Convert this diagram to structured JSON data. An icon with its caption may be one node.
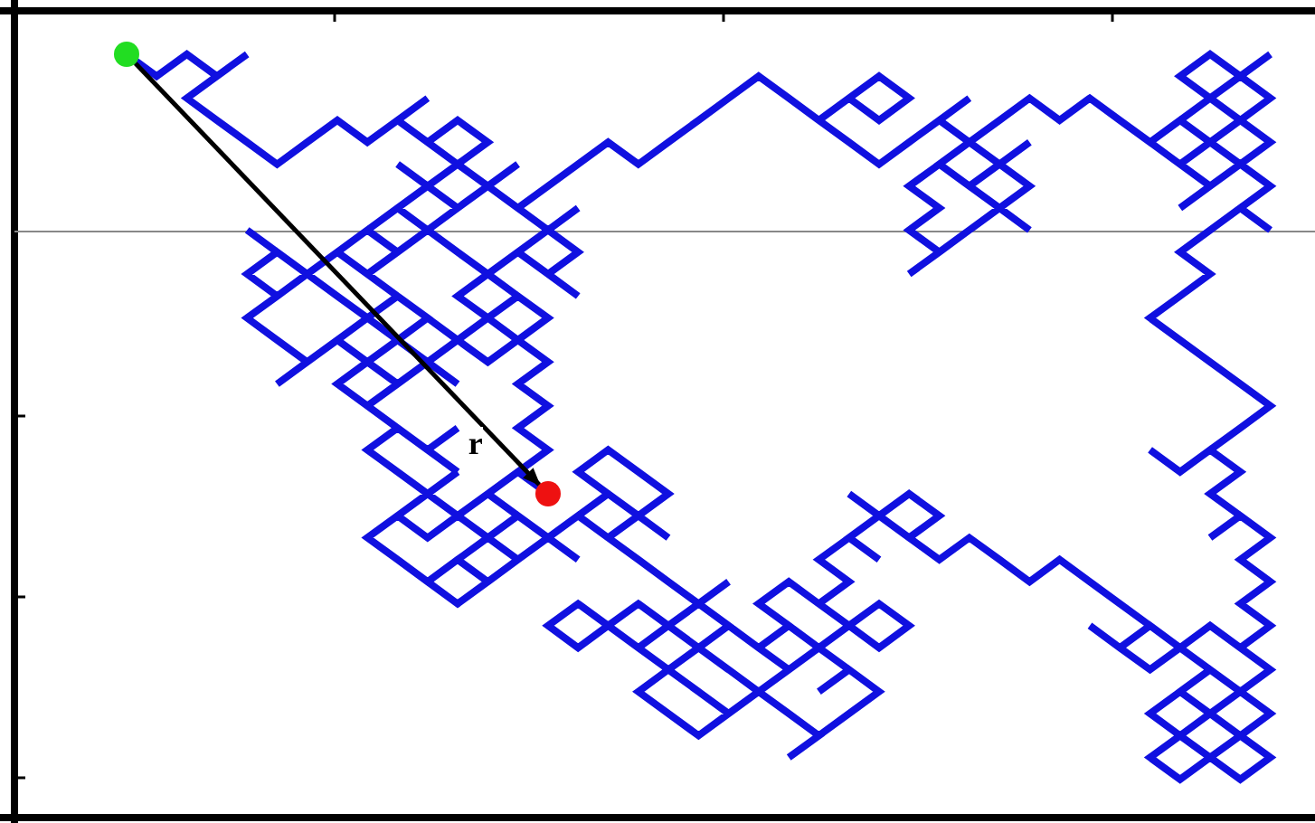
{
  "diagram": {
    "nodes": [
      {
        "text": [],
        "shape": "circle"
      },
      {
        "text": [],
        "shape": "circle"
      }
    ],
    "edges": [
      {
        "from": 0,
        "to": 1,
        "arrow": "none"
      },
      {
        "from": 0,
        "to": 1,
        "arrow": "to",
        "label": "r",
        "color": "#000000"
      }
    ]
  }
}
